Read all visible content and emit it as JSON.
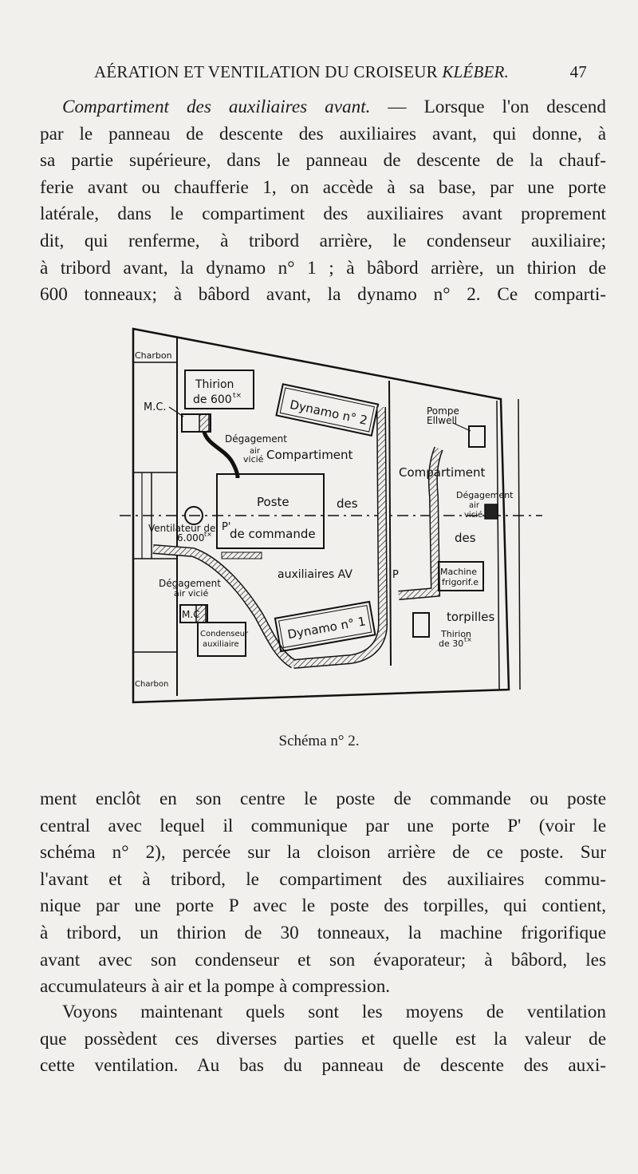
{
  "header": {
    "title_main": "AÉRATION ET VENTILATION DU CROISEUR",
    "title_italic": "KLÉBER.",
    "page_number": "47"
  },
  "paragraph1": {
    "lead_italic": "Compartiment des auxiliaires avant.",
    "lines": [
      " — Lorsque l'on descend",
      "par le panneau de descente des auxiliaires avant, qui donne, à",
      "sa partie supérieure, dans le panneau de descente de la chauf-",
      "ferie avant ou chaufferie 1, on accède à sa base, par une porte",
      "latérale, dans le compartiment des auxiliaires avant proprement",
      "dit, qui renferme, à tribord arrière, le condenseur auxiliaire;",
      "à tribord avant, la dynamo n° 1 ; à bâbord arrière, un thirion de",
      "600 tonneaux; à bâbord avant, la dynamo n° 2. Ce comparti-"
    ]
  },
  "figure": {
    "caption": "Schéma n° 2.",
    "labels": {
      "charbon_top": "Charbon",
      "charbon_bottom": "Charbon",
      "mc_top": "M.C.",
      "mc_bottom": "M.C",
      "thirion600_l1": "Thirion",
      "thirion600_l2": "de 600",
      "thirion600_sup": "t×",
      "dynamo2": "Dynamo n° 2",
      "dynamo1": "Dynamo n° 1",
      "degagement_top_l1": "Dégagement",
      "degagement_top_l2": "air",
      "degagement_top_l3": "vicié",
      "compartiment": "Compartiment",
      "poste": "Poste",
      "des": "des",
      "de_commande": "de commande",
      "auxiliaires_av": "auxiliaires AV",
      "pprime": "P'",
      "ventilateur_l1": "Ventilateur de",
      "ventilateur_l2": "6.000",
      "ventilateur_sup": "t×",
      "degagement_bot_l1": "Dégagement",
      "degagement_bot_l2": "air vicié",
      "condenseur_l1": "Condenseur",
      "condenseur_l2": "auxiliaire",
      "pompe_l1": "Pompe",
      "pompe_l2": "Ellwell",
      "compartiment_r": "Compartiment",
      "degagement_r_l1": "Dégagement",
      "degagement_r_l2": "air",
      "degagement_r_l3": "vicié",
      "des_r": "des",
      "machine_l1": "Machine",
      "machine_l2": "frigorif.e",
      "p": "P",
      "torpilles": "torpilles",
      "thirion30_l1": "Thirion",
      "thirion30_l2": "de 30",
      "thirion30_sup": "t×"
    }
  },
  "paragraph2": {
    "lines": [
      "ment enclôt en son centre le poste de commande ou poste",
      "central avec lequel il communique par une porte P' (voir le",
      "schéma n° 2), percée sur la cloison arrière de ce poste. Sur",
      "l'avant et à tribord, le compartiment des auxiliaires commu-",
      "nique par une porte P avec le poste des torpilles, qui contient,",
      "à tribord, un thirion de 30 tonneaux, la machine frigorifique",
      "avant avec son condenseur et son évaporateur; à bâbord, les",
      "accumulateurs à air et la pompe à compression."
    ]
  },
  "paragraph3": {
    "lines": [
      "Voyons maintenant quels sont les moyens de ventilation",
      "que possèdent ces diverses parties et quelle est la valeur de",
      "cette ventilation. Au bas du panneau de descente des auxi-"
    ]
  }
}
